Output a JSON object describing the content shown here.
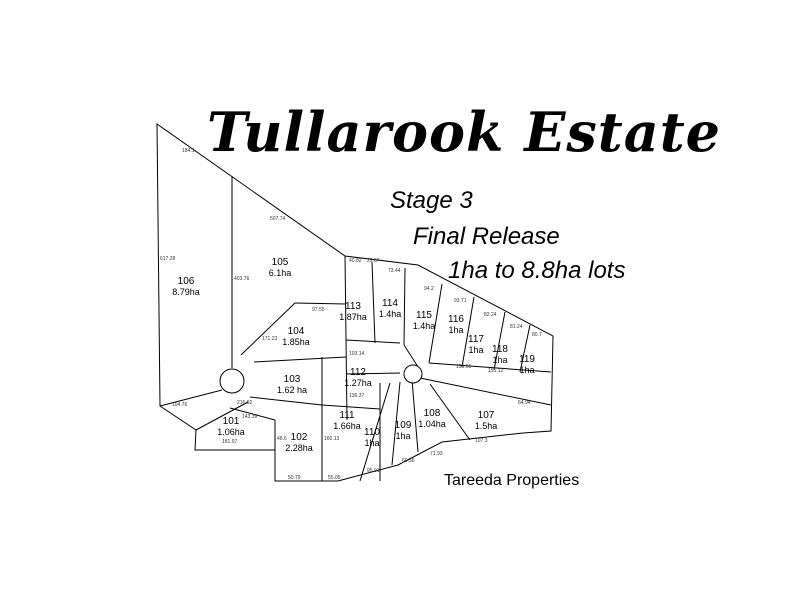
{
  "estate": {
    "title": "Tullarook Estate",
    "stage": "Stage 3",
    "release": "Final Release",
    "lot_range": "1ha to 8.8ha lots",
    "developer": "Tareeda Properties"
  },
  "lots": [
    {
      "number": "101",
      "area": "1.06ha"
    },
    {
      "number": "102",
      "area": "2.28ha"
    },
    {
      "number": "103",
      "area": "1.62 ha"
    },
    {
      "number": "104",
      "area": "1.85ha"
    },
    {
      "number": "105",
      "area": "6.1ha"
    },
    {
      "number": "106",
      "area": "8.79ha"
    },
    {
      "number": "107",
      "area": "1.5ha"
    },
    {
      "number": "108",
      "area": "1.04ha"
    },
    {
      "number": "109",
      "area": "1ha"
    },
    {
      "number": "110",
      "area": "1ha"
    },
    {
      "number": "111",
      "area": "1.66ha"
    },
    {
      "number": "112",
      "area": "1.27ha"
    },
    {
      "number": "113",
      "area": "1.87ha"
    },
    {
      "number": "114",
      "area": "1.4ha"
    },
    {
      "number": "115",
      "area": "1.4ha"
    },
    {
      "number": "116",
      "area": "1ha"
    },
    {
      "number": "117",
      "area": "1ha"
    },
    {
      "number": "118",
      "area": "1ha"
    },
    {
      "number": "119",
      "area": "1ha"
    }
  ],
  "dimensions": [
    "184.1",
    "507.74",
    "617.28",
    "403.76",
    "40.82",
    "29.67",
    "73.44",
    "94.2",
    "93.71",
    "82.24",
    "81.24",
    "80.7",
    "97.55",
    "171.23",
    "103.14",
    "136.37",
    "143.39",
    "216.92",
    "104.76",
    "181.97",
    "46.6",
    "160.13",
    "55.05",
    "50.79",
    "95.91",
    "60.56",
    "71.93",
    "107.3",
    "64.94",
    "155.61",
    "155.12"
  ]
}
